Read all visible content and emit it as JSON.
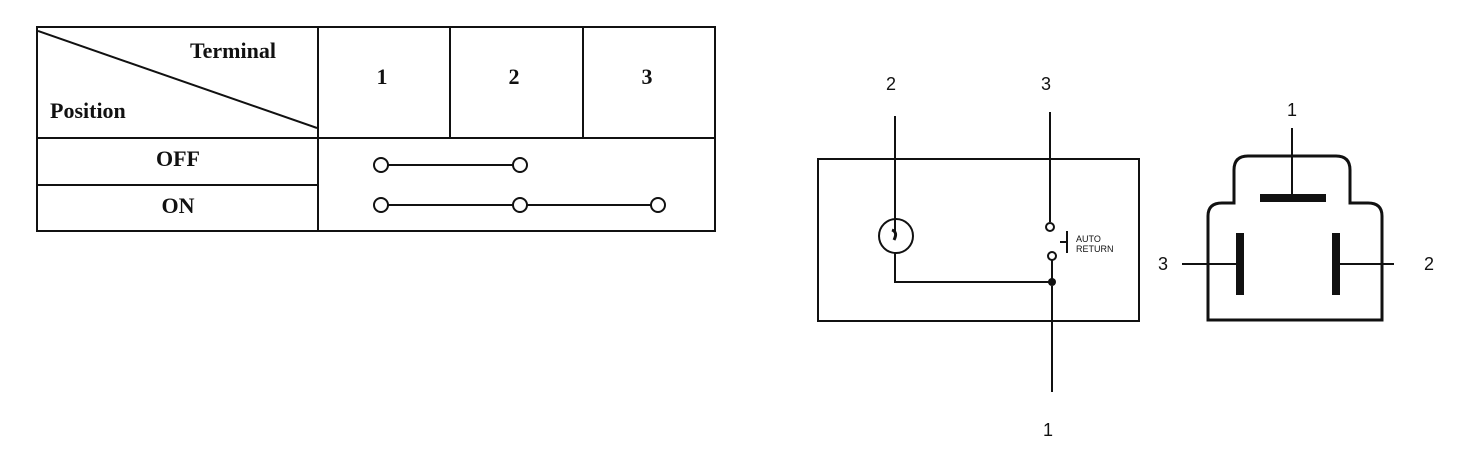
{
  "table": {
    "header_terminal": "Terminal",
    "header_position": "Position",
    "terminals": [
      "1",
      "2",
      "3"
    ],
    "rows": [
      {
        "label": "OFF",
        "connected_terminals": [
          1,
          2
        ]
      },
      {
        "label": "ON",
        "connected_terminals": [
          1,
          2,
          3
        ]
      }
    ]
  },
  "wiring_diagram": {
    "terminal_labels": {
      "top_left": "2",
      "top_right": "3",
      "bottom": "1"
    },
    "switch_label": "AUTO RETURN",
    "switch_label_line1": "AUTO",
    "switch_label_line2": "RETURN"
  },
  "connector": {
    "pin_labels": {
      "top": "1",
      "left": "3",
      "right": "2"
    }
  }
}
